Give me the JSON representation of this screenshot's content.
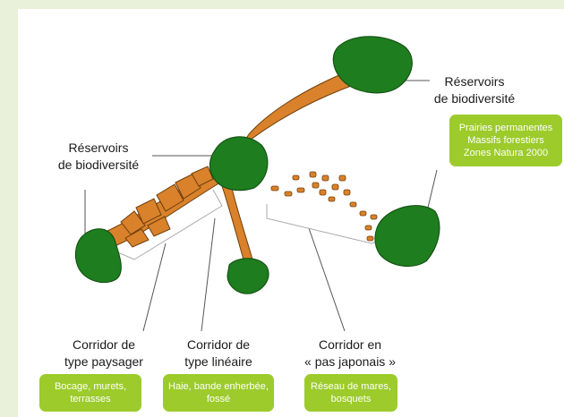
{
  "labels": {
    "reservoir_left_line1": "Réservoirs",
    "reservoir_left_line2": "de biodiversité",
    "reservoir_right_line1": "Réservoirs",
    "reservoir_right_line2": "de biodiversité",
    "corridor_landscape_line1": "Corridor de",
    "corridor_landscape_line2": "type paysager",
    "corridor_linear_line1": "Corridor de",
    "corridor_linear_line2": "type linéaire",
    "corridor_stepping_line1": "Corridor en",
    "corridor_stepping_line2": "« pas japonais »"
  },
  "boxes": {
    "reservoirs": [
      "Prairies permanentes",
      "Massifs forestiers",
      "Zones Natura 2000"
    ],
    "landscape": [
      "Bocage, murets,",
      "terrasses"
    ],
    "linear": [
      "Haie, bande enherbée,",
      "fossé"
    ],
    "stepping": [
      "Réseau de mares,",
      "bosquets"
    ]
  },
  "colors": {
    "background": "#e9f1da",
    "reservoir_green": "#1e7d1e",
    "corridor_orange": "#d9822b",
    "box_green": "#9ccb2b"
  }
}
